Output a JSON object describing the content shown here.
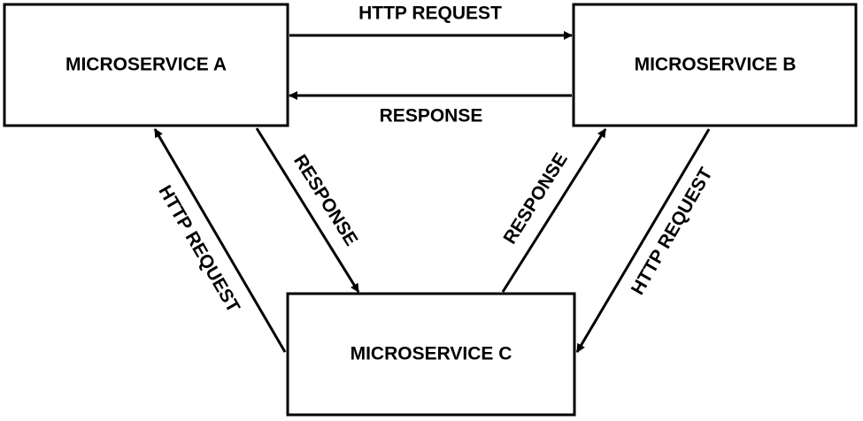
{
  "colors": {
    "stroke": "#000000",
    "background": "#ffffff"
  },
  "nodes": {
    "a": {
      "label": "MICROSERVICE A"
    },
    "b": {
      "label": "MICROSERVICE B"
    },
    "c": {
      "label": "MICROSERVICE C"
    }
  },
  "edges": {
    "a_to_b": {
      "label": "HTTP REQUEST"
    },
    "b_to_a": {
      "label": "RESPONSE"
    },
    "a_to_c": {
      "label": "RESPONSE"
    },
    "c_to_a": {
      "label": "HTTP REQUEST"
    },
    "c_to_b": {
      "label": "RESPONSE"
    },
    "b_to_c": {
      "label": "HTTP REQUEST"
    }
  }
}
